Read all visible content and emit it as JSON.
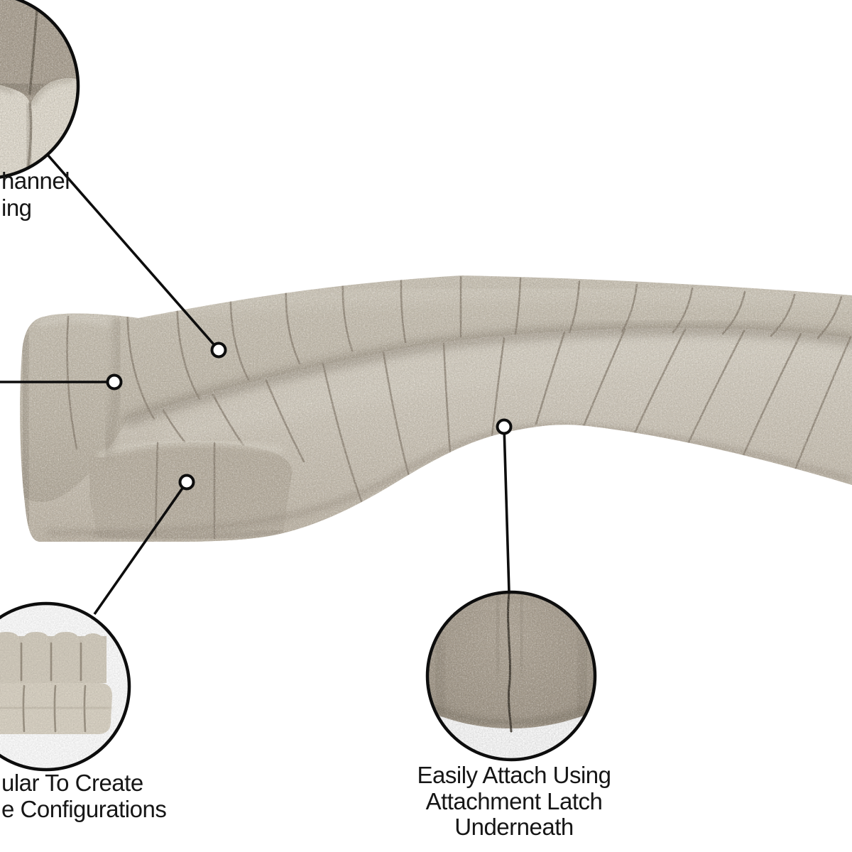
{
  "canvas": {
    "background": "#ffffff"
  },
  "colors": {
    "background": "#ffffff",
    "line": "#0d0d0d",
    "text": "#161616",
    "fabric-top": "#cfc8ba",
    "fabric-bottom": "#b2a99a",
    "fabric-seat-light": "#ddd7cb",
    "fabric-seat-dark": "#c3baab",
    "fabric-module": "#bdb4a5",
    "fabric-inset-upper": "#b2a899",
    "fabric-inset-cream": "#e8e2d5",
    "seam": "#8d8374",
    "seam-dark": "#6e6557",
    "crease": "#857c6d",
    "highlight": "#dcd6c9"
  },
  "callouts": {
    "channel_tufting": {
      "visible_lines": [
        "hannel",
        "ing"
      ]
    },
    "modular": {
      "visible_lines": [
        "ular To Create",
        "e Configurations"
      ]
    },
    "attachment": {
      "lines": [
        "Easily Attach Using",
        "Attachment Latch",
        "Underneath"
      ]
    }
  }
}
